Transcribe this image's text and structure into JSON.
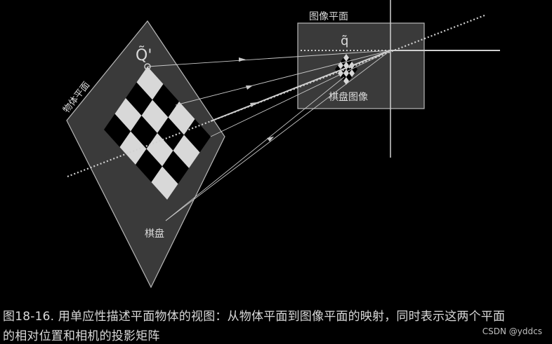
{
  "labels": {
    "image_plane": "图像平面",
    "q_tilde": "q̃",
    "chessboard_image": "棋盘图像",
    "object_plane": "物体平面",
    "Q_tilde_prime": "Q̃'",
    "chessboard": "棋盘"
  },
  "caption": {
    "line1": "图18-16. 用单应性描述平面物体的视图：从物体平面到图像平面的映射，同时表示这两个平面",
    "line2": "的相对位置和相机的投影矩阵"
  },
  "watermark": "CSDN @yddcs",
  "colors": {
    "background": "#000000",
    "plane_fill": "#3a3a3a",
    "plane_stroke": "#b8b8b8",
    "board_light": "#d8d8d8",
    "board_dark": "#000000",
    "ray": "#c8c8c8",
    "text": "#d9d9d9"
  }
}
